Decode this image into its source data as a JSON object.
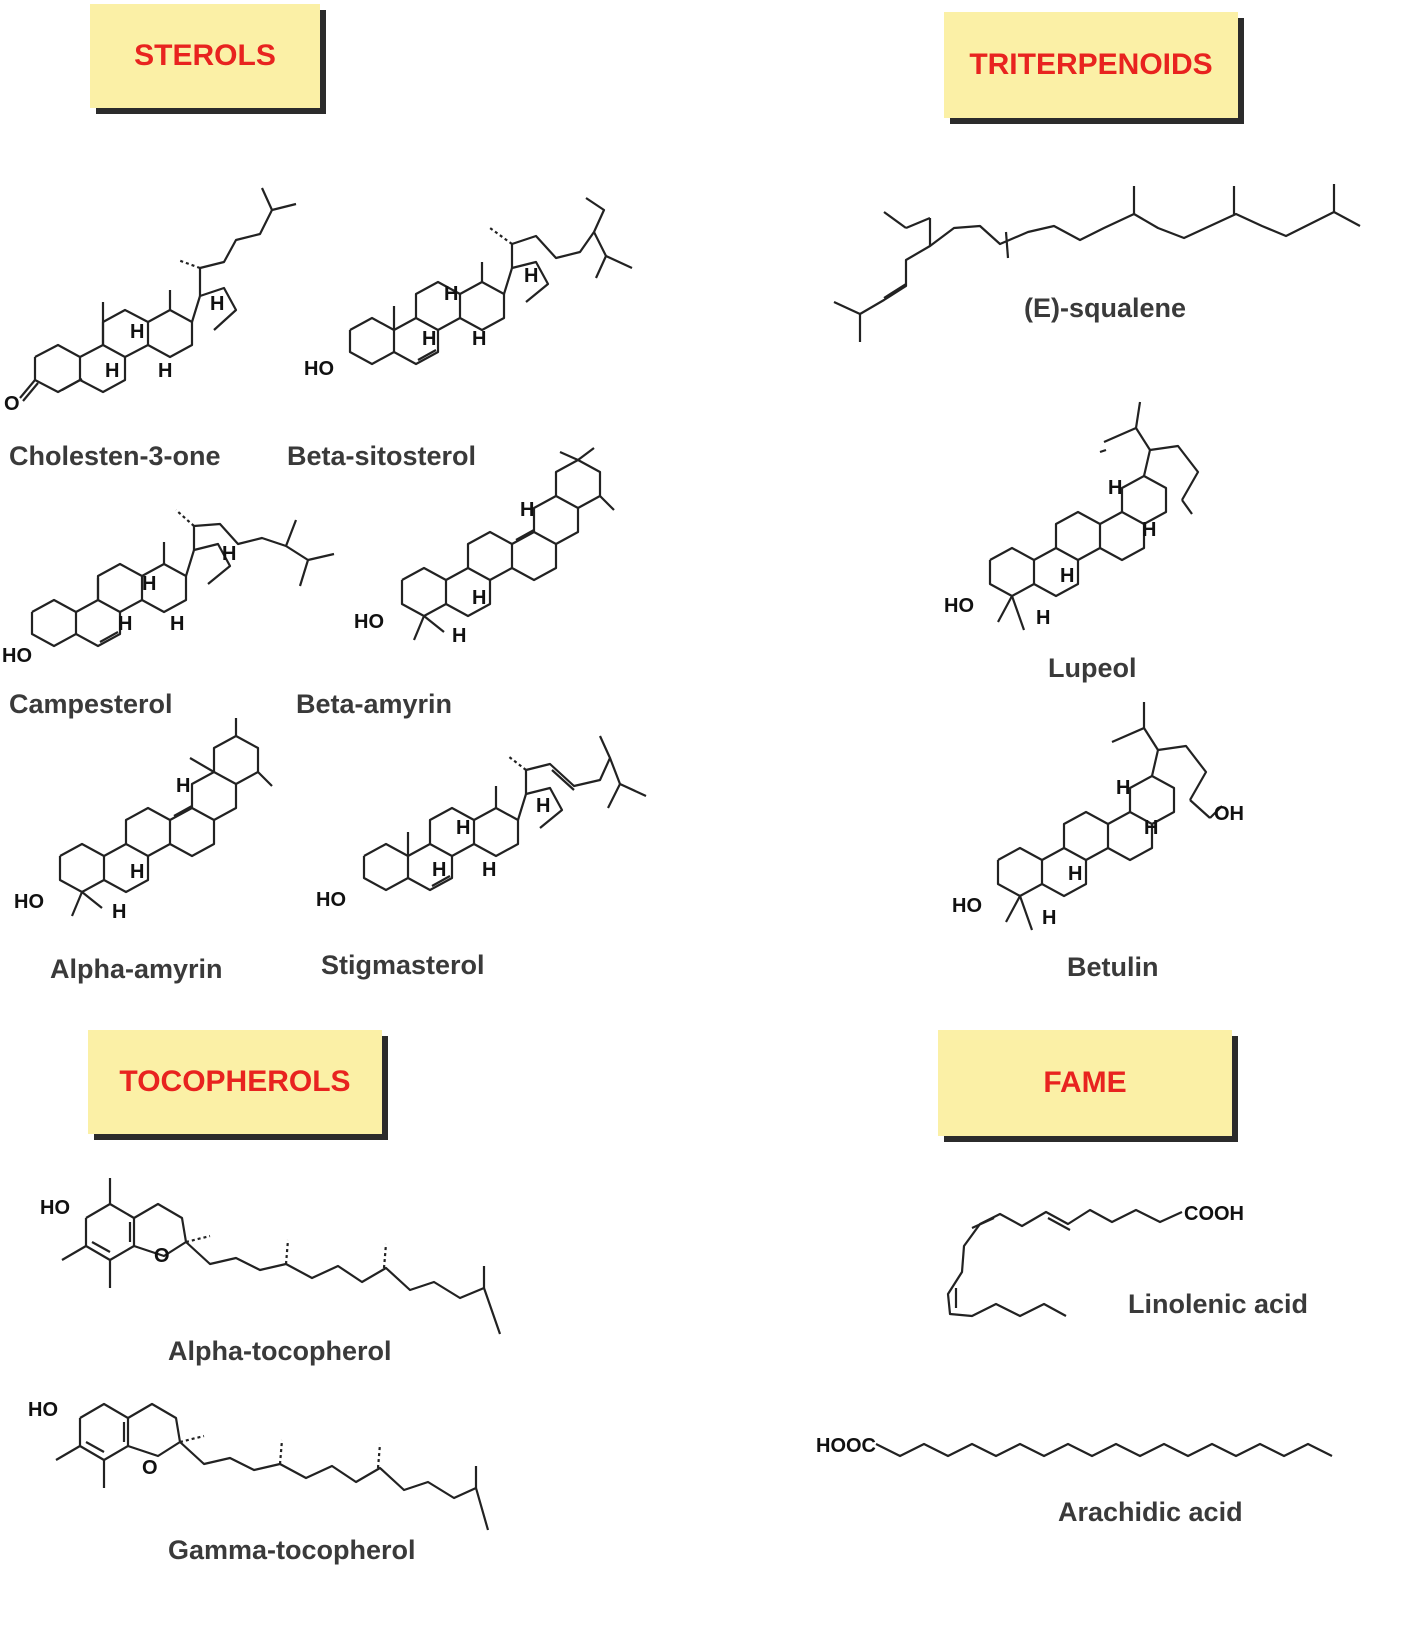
{
  "categories": {
    "sterols": "STEROLS",
    "triterpenoids": "TRITERPENOIDS",
    "tocopherols": "TOCOPHEROLS",
    "fame": "FAME"
  },
  "compounds": {
    "cholesten": "Cholesten-3-one",
    "sitosterol": "Beta-sitosterol",
    "campesterol": "Campesterol",
    "beta_amyrin": "Beta-amyrin",
    "alpha_amyrin": "Alpha-amyrin",
    "stigmasterol": "Stigmasterol",
    "squalene": "(E)-squalene",
    "lupeol": "Lupeol",
    "betulin": "Betulin",
    "alpha_toc": "Alpha-tocopherol",
    "gamma_toc": "Gamma-tocopherol",
    "linolenic": "Linolenic acid",
    "arachidic": "Arachidic acid"
  },
  "atoms": {
    "o": "O",
    "h": "H",
    "ho": "HO",
    "oh": "OH",
    "cooh": "COOH",
    "hooc": "HOOC"
  },
  "colors": {
    "panel_fill": "#fbf0a6",
    "panel_text": "#e8231f",
    "label_text": "#3a3a3a"
  }
}
